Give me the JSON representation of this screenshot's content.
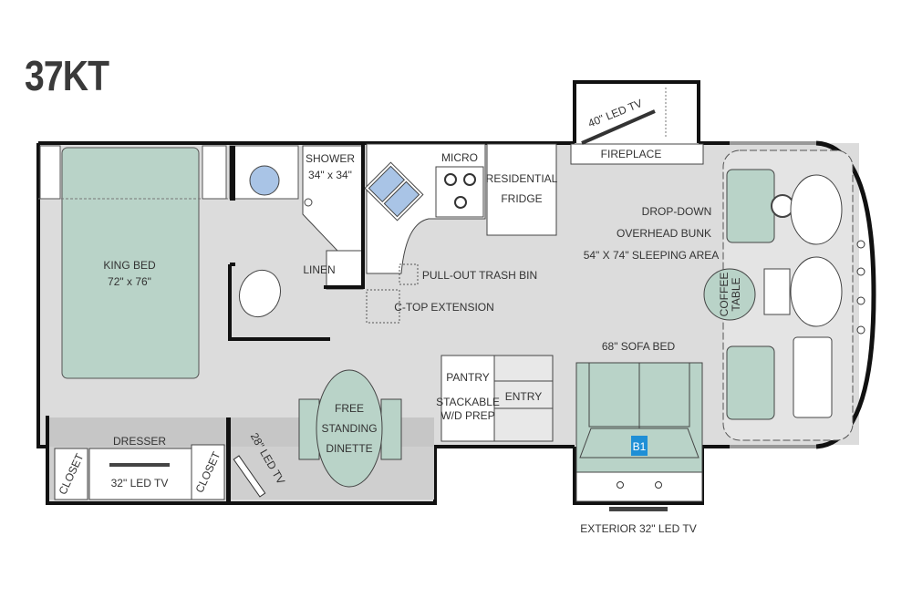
{
  "title": "37KT",
  "labels": {
    "king_bed": "KING BED",
    "king_bed_size": "72\" x 76\"",
    "shower": "SHOWER",
    "shower_size": "34\" x 34\"",
    "linen": "LINEN",
    "micro": "MICRO",
    "fridge_1": "RESIDENTIAL",
    "fridge_2": "FRIDGE",
    "trash": "PULL-OUT TRASH BIN",
    "ctop": "C-TOP EXTENSION",
    "tv40": "40\" LED TV",
    "fireplace": "FIREPLACE",
    "bunk_1": "DROP-DOWN",
    "bunk_2": "OVERHEAD BUNK",
    "bunk_3": "54\" X 74\" SLEEPING AREA",
    "coffee_1": "COFFEE",
    "coffee_2": "TABLE",
    "sofa": "68\" SOFA BED",
    "badge": "B1",
    "ext_tv": "EXTERIOR 32\" LED TV",
    "pantry": "PANTRY",
    "stackable_1": "STACKABLE",
    "stackable_2": "W/D PREP",
    "entry": "ENTRY",
    "dinette_1": "FREE",
    "dinette_2": "STANDING",
    "dinette_3": "DINETTE",
    "tv28": "28\" LED TV",
    "dresser": "DRESSER",
    "tv32": "32\" LED TV",
    "closet_left": "CLOSET",
    "closet_right": "CLOSET"
  },
  "colors": {
    "floor": "#dcdcdc",
    "furniture": "#b9d3c8",
    "water": "#a9c4e6",
    "wall": "#111111",
    "badge": "#1f8fd6"
  }
}
